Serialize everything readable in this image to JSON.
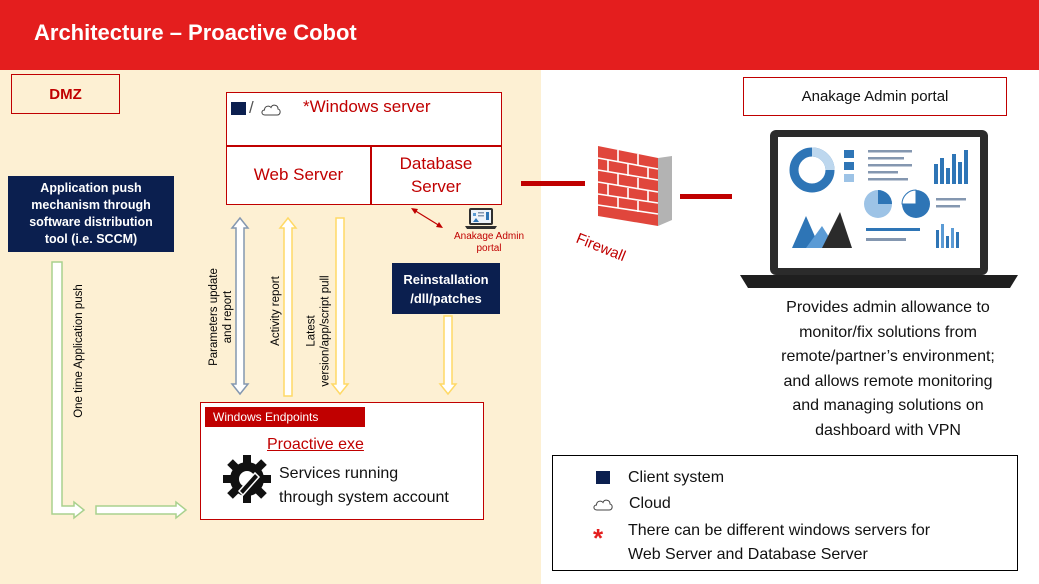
{
  "title": "Architecture – Proactive Cobot",
  "dmz_label": "DMZ",
  "windows_server": {
    "label": "*Windows server",
    "separator": "/",
    "web_server": "Web Server",
    "database_server_line1": "Database",
    "database_server_line2": "Server"
  },
  "push_mechanism": {
    "line1": "Application push",
    "line2": "mechanism through",
    "line3": "software distribution",
    "line4": "tool (i.e. SCCM)"
  },
  "one_time_push": "One time Application push",
  "arrow_labels": {
    "params_line1": "Parameters update",
    "params_line2": "and report",
    "activity": "Activity report",
    "latest_line1": "Latest",
    "latest_line2": "version/app/script pull"
  },
  "reinstallation": {
    "line1": "Reinstallation",
    "line2": "/dll/patches"
  },
  "anakage_small": {
    "line1": "Anakage Admin",
    "line2": "portal"
  },
  "firewall_label": "Firewall",
  "endpoints": {
    "header": "Windows Endpoints",
    "app_name": "Proactive exe",
    "services_line1": "Services running",
    "services_line2": "through system account"
  },
  "admin_portal_label": "Anakage Admin portal",
  "admin_description": {
    "line1": "Provides admin allowance to",
    "line2": "monitor/fix solutions from",
    "line3": "remote/partner’s environment;",
    "line4": "and allows remote monitoring",
    "line5": "and managing solutions on",
    "line6": "dashboard with VPN"
  },
  "legend": {
    "client_system": "Client system",
    "cloud": "Cloud",
    "asterisk": "*",
    "note_line1": "There can be different windows servers for",
    "note_line2": "Web Server and Database Server"
  },
  "colors": {
    "title_red": "#e41e1e",
    "dark_red": "#c00000",
    "navy": "#0b1f4f",
    "dmz_bg": "#fdf0d3",
    "arrow_green": "#a9d18e",
    "arrow_yellow": "#ffd966",
    "arrow_gray": "#8497b0"
  },
  "icons": [
    "client-system-square-icon",
    "cloud-icon",
    "laptop-dashboard-icon",
    "firewall-brick-wall-icon",
    "gear-wrench-icon"
  ]
}
